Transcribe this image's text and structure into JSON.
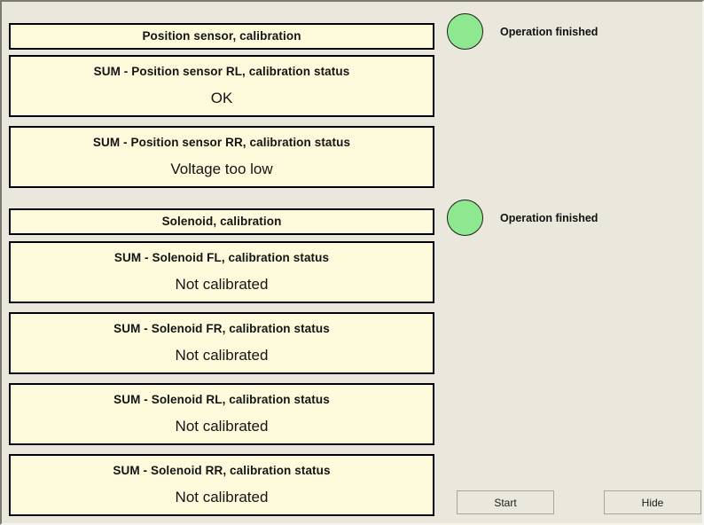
{
  "window": {
    "background_color": "#eae8dc",
    "panel_color": "#fdfbdc",
    "lamp_color": "#8ee890"
  },
  "sections": [
    {
      "header": "Position sensor, calibration",
      "status_label": "Operation finished",
      "status_lamp": "green-lamp-icon",
      "items": [
        {
          "title": "SUM - Position sensor RL, calibration status",
          "value": "OK"
        },
        {
          "title": "SUM - Position sensor RR, calibration status",
          "value": "Voltage too low"
        }
      ]
    },
    {
      "header": "Solenoid, calibration",
      "status_label": "Operation finished",
      "status_lamp": "green-lamp-icon",
      "items": [
        {
          "title": "SUM - Solenoid FL, calibration status",
          "value": "Not calibrated"
        },
        {
          "title": "SUM - Solenoid FR, calibration status",
          "value": "Not calibrated"
        },
        {
          "title": "SUM - Solenoid RL, calibration status",
          "value": "Not calibrated"
        },
        {
          "title": "SUM - Solenoid RR, calibration status",
          "value": "Not calibrated"
        }
      ]
    }
  ],
  "buttons": {
    "start_label": "Start",
    "hide_label": "Hide"
  }
}
